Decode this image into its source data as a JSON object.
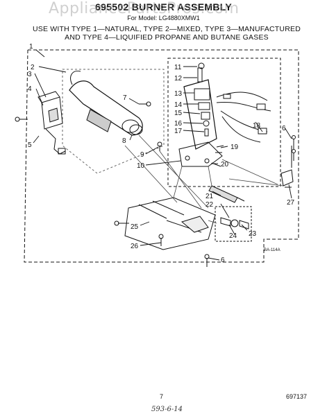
{
  "header": {
    "watermark": "AppliancePartsPros.com",
    "title": "695502 BURNER ASSEMBLY",
    "model_prefix": "For Model:",
    "model": "LG4880XMW1",
    "usage_line1": "USE WITH TYPE 1—NATURAL, TYPE 2—MIXED, TYPE 3—MANUFACTURED",
    "usage_line2": "AND TYPE 4—LIQUIFIED PROPANE AND BUTANE GASES"
  },
  "diagram": {
    "callouts": [
      "1",
      "2",
      "3",
      "4",
      "5",
      "6",
      "7",
      "8",
      "9",
      "10",
      "11",
      "12",
      "13",
      "14",
      "15",
      "16",
      "17",
      "18",
      "19",
      "20",
      "21",
      "22",
      "23",
      "24",
      "25",
      "26",
      "27"
    ],
    "figure_code": "BA-114A"
  },
  "footer": {
    "page_number": "7",
    "doc_number": "697137",
    "handwritten": "593-6-14"
  }
}
